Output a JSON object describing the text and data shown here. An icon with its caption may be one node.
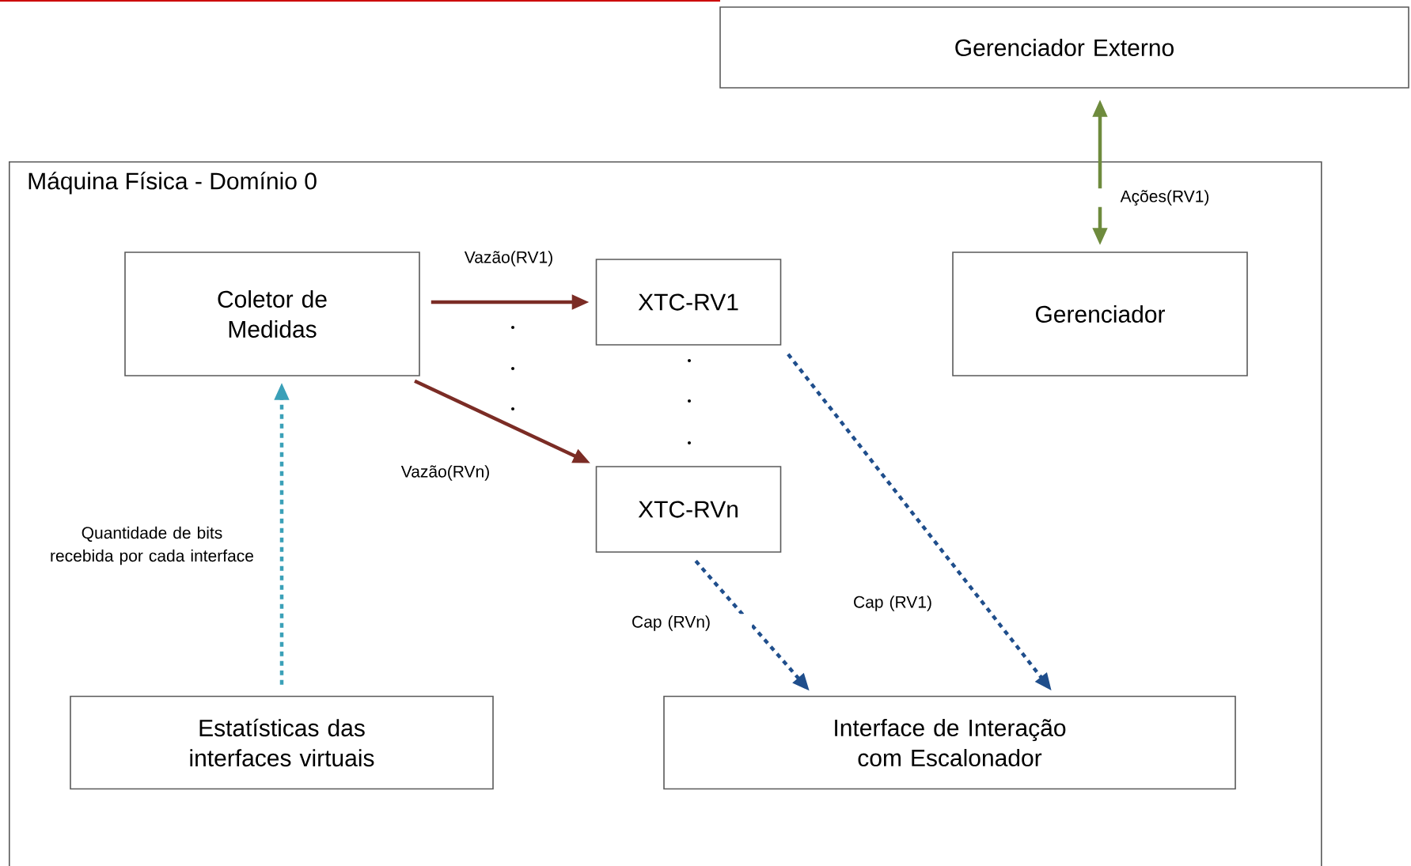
{
  "diagram": {
    "nodes": [
      {
        "text": [
          "Gerenciador  Externo"
        ]
      },
      {
        "text": [
          "Máquina Física - Domínio 0"
        ]
      },
      {
        "text": [
          "Coletor de Medidas"
        ],
        "in": 1
      },
      {
        "text": [
          "XTC-RV1"
        ],
        "in": 1
      },
      {
        "text": [
          "XTC-RVn"
        ],
        "in": 1
      },
      {
        "text": [
          "Gerenciador"
        ],
        "in": 1
      },
      {
        "text": [
          "Estatísticas das interfaces virtuais"
        ],
        "in": 1
      },
      {
        "text": [
          "Interface de Interação com Escalonador"
        ],
        "in": 1
      }
    ],
    "edges": [
      {
        "from": 2,
        "to": 3,
        "arrow": "to",
        "label": "Vazão(RV1)",
        "color": "#7b2c25"
      },
      {
        "from": 2,
        "to": 4,
        "arrow": "to",
        "label": "Vazão(RVn)",
        "color": "#7b2c25"
      },
      {
        "from": 6,
        "to": 2,
        "arrow": "to",
        "label": "Quantidade de bits recebida por cada interface",
        "style": "dashed",
        "color": "#3aa0b8"
      },
      {
        "from": 4,
        "to": 7,
        "arrow": "to",
        "label": "Cap (RVn)",
        "style": "dashed",
        "color": "#1f4e8c"
      },
      {
        "from": 3,
        "to": 7,
        "arrow": "to",
        "label": "Cap (RV1)",
        "style": "dashed",
        "color": "#1f4e8c"
      },
      {
        "from": 0,
        "to": 5,
        "arrow": "both",
        "label": "Ações(RV1)",
        "color": "#6e8b3d"
      }
    ]
  }
}
